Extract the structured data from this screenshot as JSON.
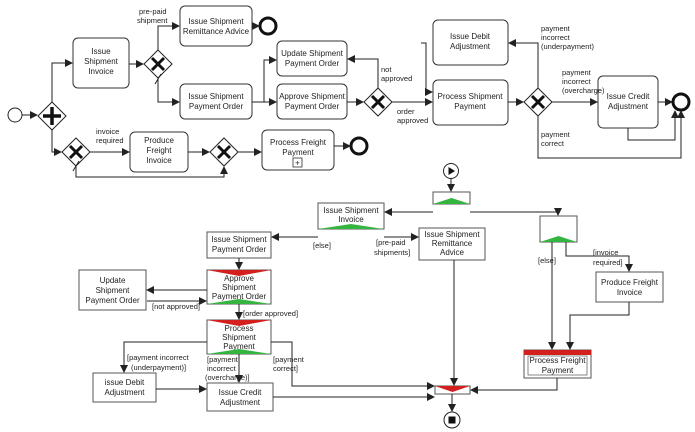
{
  "bpmn": {
    "issue_shipment_invoice": [
      "Issue",
      "Shipment",
      "Invoice"
    ],
    "issue_shipment_remittance_advice": [
      "Issue Shipment",
      "Remittance Advice"
    ],
    "issue_shipment_payment_order": [
      "Issue Shipment",
      "Payment Order"
    ],
    "update_shipment_payment_order": [
      "Update Shipment",
      "Payment Order"
    ],
    "approve_shipment_payment_order": [
      "Approve Shipment",
      "Payment Order"
    ],
    "issue_debit_adjustment": [
      "Issue Debit",
      "Adjustment"
    ],
    "process_shipment_payment": [
      "Process Shipment",
      "Payment"
    ],
    "issue_credit_adjustment": [
      "Issue Credit",
      "Adjustment"
    ],
    "produce_freight_invoice": [
      "Produce",
      "Freight",
      "Invoice"
    ],
    "process_freight_payment": [
      "Process Freight",
      "Payment"
    ],
    "prepaid_shipment": [
      "pre-paid",
      "shipment"
    ],
    "invoice_required": [
      "invoice",
      "required"
    ],
    "not_approved": [
      "not",
      "approved"
    ],
    "order_approved": [
      "order",
      "approved"
    ],
    "payment_incorrect_underpayment": [
      "payment",
      "incorrect",
      "(underpayment)"
    ],
    "payment_incorrect_overcharge": [
      "payment",
      "incorrect",
      "(overcharge)"
    ],
    "payment_correct": [
      "payment",
      "correct"
    ],
    "subprocess_marker": "+"
  },
  "petri": {
    "issue_shipment_invoice": [
      "Issue Shipment",
      "Invoice"
    ],
    "issue_shipment_payment_order": [
      "Issue Shipment",
      "Payment Order"
    ],
    "issue_shipment_remittance_advice": [
      "Issue Shipment",
      "Remittance",
      "Advice"
    ],
    "update_shipment_payment_order": [
      "Update",
      "Shipment",
      "Payment Order"
    ],
    "approve_shipment_payment_order": [
      "Approve",
      "Shipment",
      "Payment Order"
    ],
    "process_shipment_payment": [
      "Process",
      "Shipment",
      "Payment"
    ],
    "issue_debit_adjustment": [
      "issue Debit",
      "Adjustment"
    ],
    "issue_credit_adjustment": [
      "Issue Credit",
      "Adjustment"
    ],
    "produce_freight_invoice": [
      "Produce Freight",
      "Invoice"
    ],
    "process_freight_payment": [
      "Process Freight",
      "Payment"
    ],
    "else_1": "[else]",
    "prepaid_shipments": [
      "[pre-paid",
      "shipments]"
    ],
    "else_2": "[else]",
    "invoice_required": [
      "[invoice",
      "required]"
    ],
    "not_approved": "[not approved]",
    "order_approved": "[order approved]",
    "payment_incorrect_underpayment": [
      "[payment incorrect",
      "(underpayment)]"
    ],
    "payment_incorrect_overcharge": [
      "[payment",
      "incorrect",
      "(overcharge)]"
    ],
    "payment_correct": [
      "[payment",
      "correct]"
    ]
  }
}
